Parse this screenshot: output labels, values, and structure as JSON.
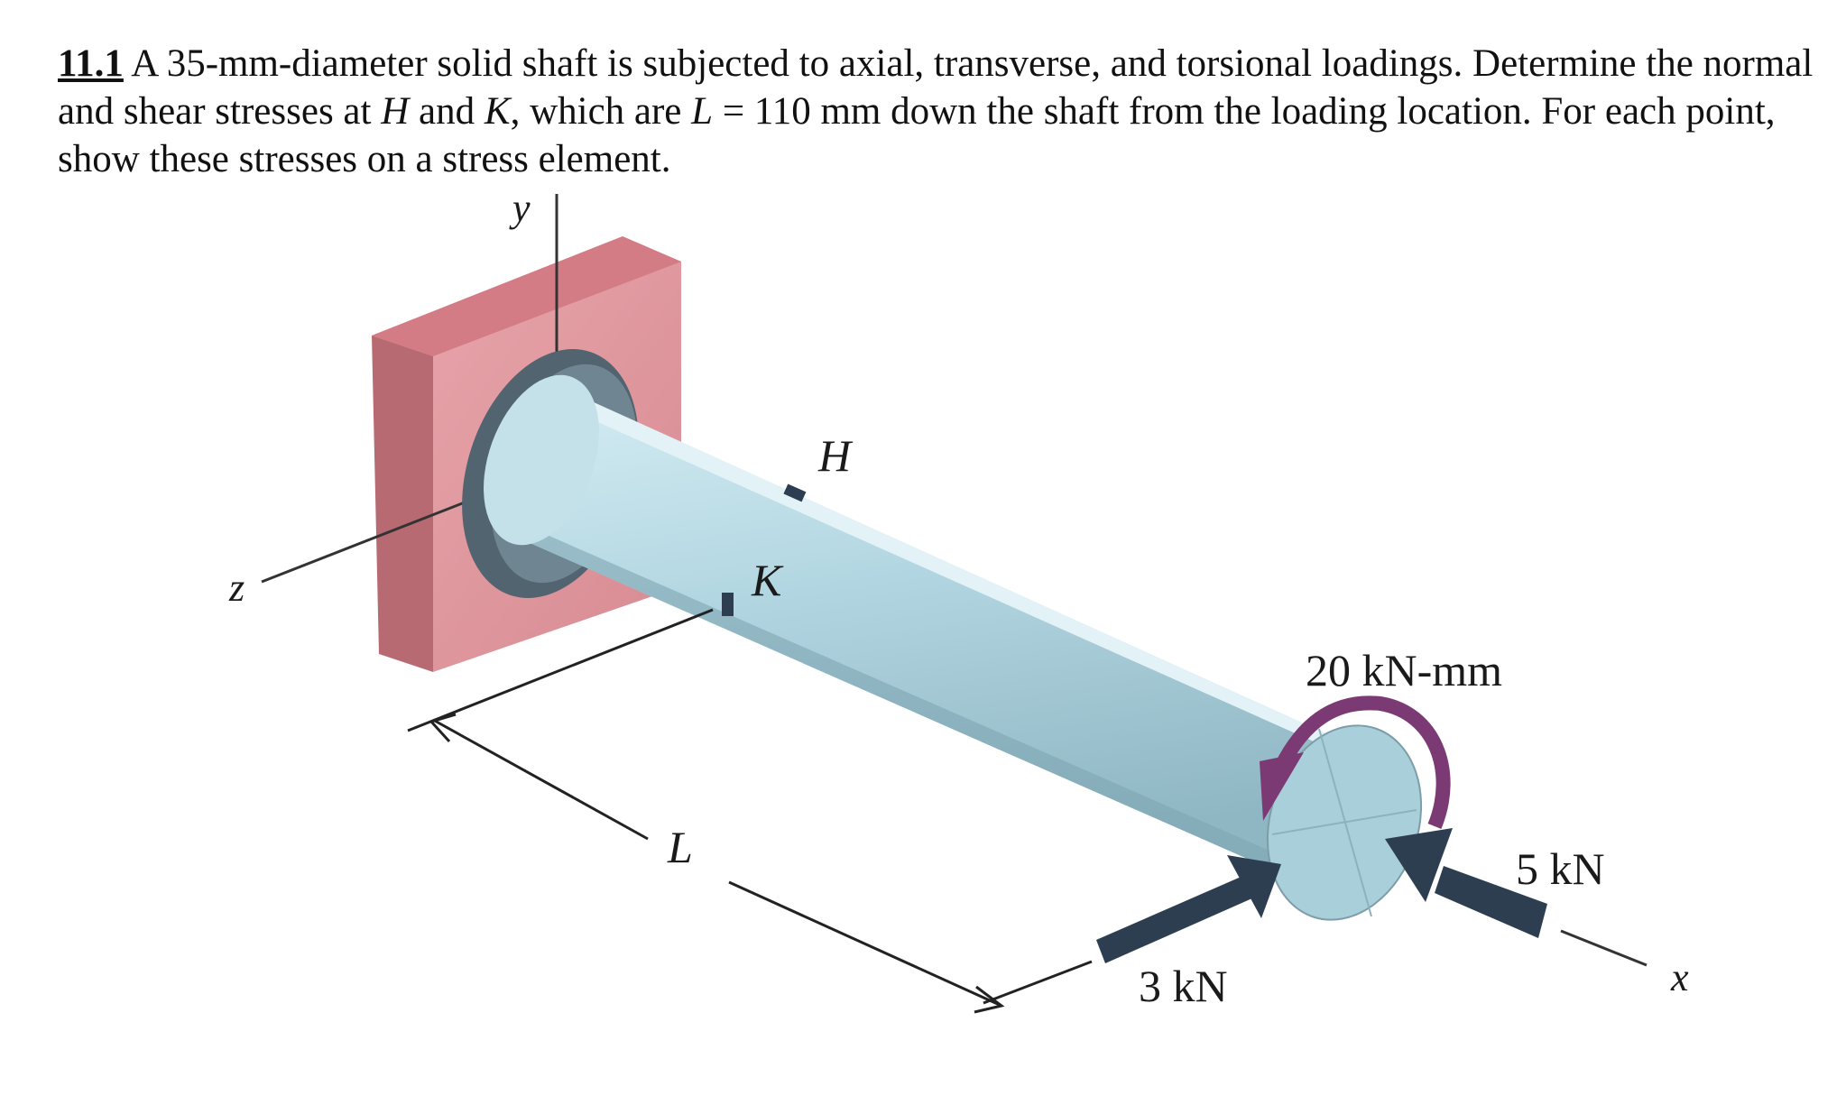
{
  "problem": {
    "number": "11.1",
    "segments": [
      " A 35-mm-diameter solid shaft is subjected to axial, transverse, and torsional loadings.  Determine the normal and shear stresses at ",
      "H",
      " and ",
      "K",
      ", which are ",
      "L",
      " = 110 mm down the shaft from the loading location.  For each point, show these stresses on a stress element."
    ]
  },
  "figure": {
    "axis_labels": {
      "y": "y",
      "z": "z",
      "x": "x"
    },
    "point_labels": {
      "H": "H",
      "K": "K",
      "L": "L"
    },
    "loads": {
      "torque": "20 kN-mm",
      "axial_force": "5 kN",
      "transverse_force": "3 kN"
    },
    "colors": {
      "wall": "#e09aa0",
      "wall_side": "#b86a72",
      "shaft": "#b8dce6",
      "flange": "#51646f",
      "force_arrow": "#2d3e50",
      "torque_arrow": "#7b3a73"
    }
  }
}
